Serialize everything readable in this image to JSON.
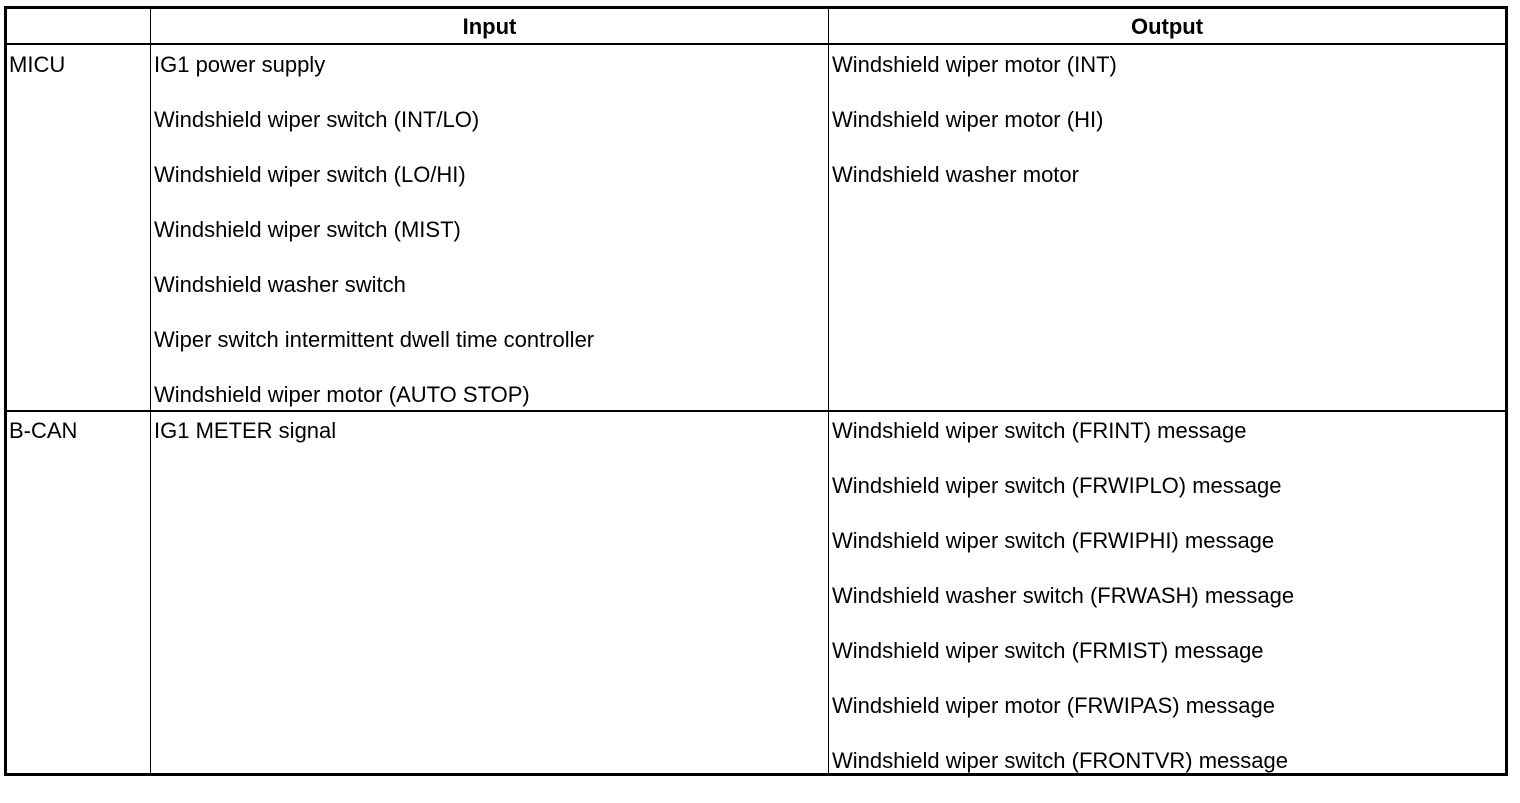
{
  "table": {
    "headers": {
      "blank": "",
      "input": "Input",
      "output": "Output"
    },
    "rows": [
      {
        "label": "MICU",
        "inputs": [
          "IG1 power supply",
          "Windshield wiper switch (INT/LO)",
          "Windshield wiper switch (LO/HI)",
          "Windshield wiper switch (MIST)",
          "Windshield washer switch",
          "Wiper switch intermittent dwell time controller",
          "Windshield wiper motor (AUTO STOP)"
        ],
        "outputs": [
          "Windshield wiper motor (INT)",
          "Windshield wiper motor (HI)",
          "Windshield washer motor"
        ]
      },
      {
        "label": "B-CAN",
        "inputs": [
          "IG1 METER signal"
        ],
        "outputs": [
          "Windshield wiper switch (FRINT) message",
          "Windshield wiper switch (FRWIPLO) message",
          "Windshield wiper switch (FRWIPHI) message",
          "Windshield washer switch (FRWASH) message",
          "Windshield wiper switch (FRMIST) message",
          "Windshield wiper motor (FRWIPAS) message",
          "Windshield wiper switch (FRONTVR) message"
        ]
      }
    ]
  }
}
